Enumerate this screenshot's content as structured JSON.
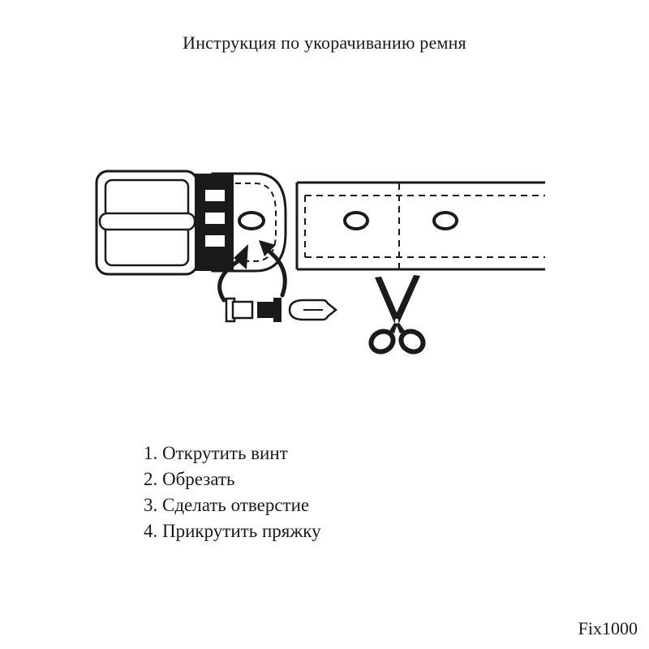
{
  "title": "Инструкция по укорачиванию ремня",
  "steps": [
    "1. Открутить винт",
    "2. Обрезать",
    "3. Сделать отверстие",
    "4. Прикрутить пряжку"
  ],
  "brand": "Fix1000",
  "illustration": {
    "parts": [
      "buckle",
      "belt-loop-clamp",
      "belt-end",
      "screw",
      "screw-post",
      "screwdriver",
      "scissors",
      "belt-strap"
    ],
    "stroke_color": "#1a1a1a",
    "fill_color": "#ffffff"
  }
}
